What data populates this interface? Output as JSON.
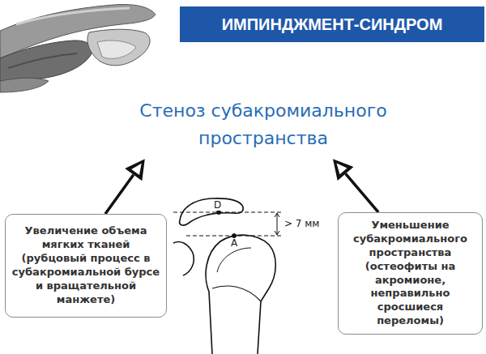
{
  "diagram": {
    "title": "ИМПИНДЖМЕНТ-СИНДРОМ",
    "nodes": [
      {
        "text": [
          "Стеноз субакромиального пространства"
        ]
      },
      {
        "text": [
          "Увеличение объема мягких тканей (рубцовый процесс в субакромиальной бурсе и вращательной манжете)"
        ]
      },
      {
        "text": [
          "Уменьшение субакромиального пространства (остеофиты на акромионе, неправильно сросшиеся переломы)"
        ]
      }
    ],
    "edges": [
      {
        "from": 1,
        "to": 0,
        "arrow": "to"
      },
      {
        "from": 2,
        "to": 0,
        "arrow": "to"
      }
    ],
    "labels": [
      "D",
      "A",
      "> 7 мм"
    ]
  }
}
